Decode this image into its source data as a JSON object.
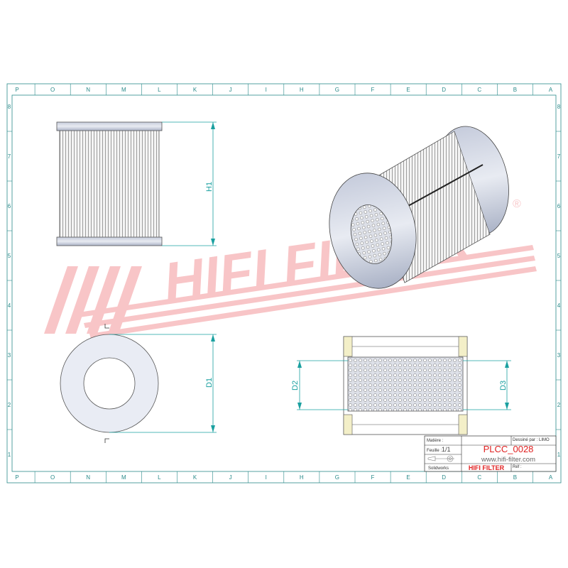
{
  "border": {
    "columns": [
      "P",
      "O",
      "N",
      "M",
      "L",
      "K",
      "J",
      "I",
      "H",
      "G",
      "F",
      "E",
      "D",
      "C",
      "B",
      "A"
    ],
    "rows": [
      "8",
      "7",
      "6",
      "5",
      "4",
      "3",
      "2",
      "1"
    ]
  },
  "dimensions": {
    "h1": "H1",
    "d1": "D1",
    "d2": "D2",
    "d3": "D3"
  },
  "watermark": {
    "text": "HIFI FILTER",
    "registered": "®",
    "color": "#e8343a"
  },
  "title_block": {
    "material_label": "Matière :",
    "sheet_label": "Feuille :",
    "sheet_value": "1/1",
    "part_number": "PLCC_0028",
    "website": "www.hifi-filter.com",
    "software": "Solidworks",
    "brand": "HIFI FILTER",
    "drawn_by": "Dessiné par : LIMO",
    "ref_label": "Réf :"
  },
  "colors": {
    "frame": "#2a8a8a",
    "dimension": "#1aa0a0",
    "accent": "#e02020"
  }
}
